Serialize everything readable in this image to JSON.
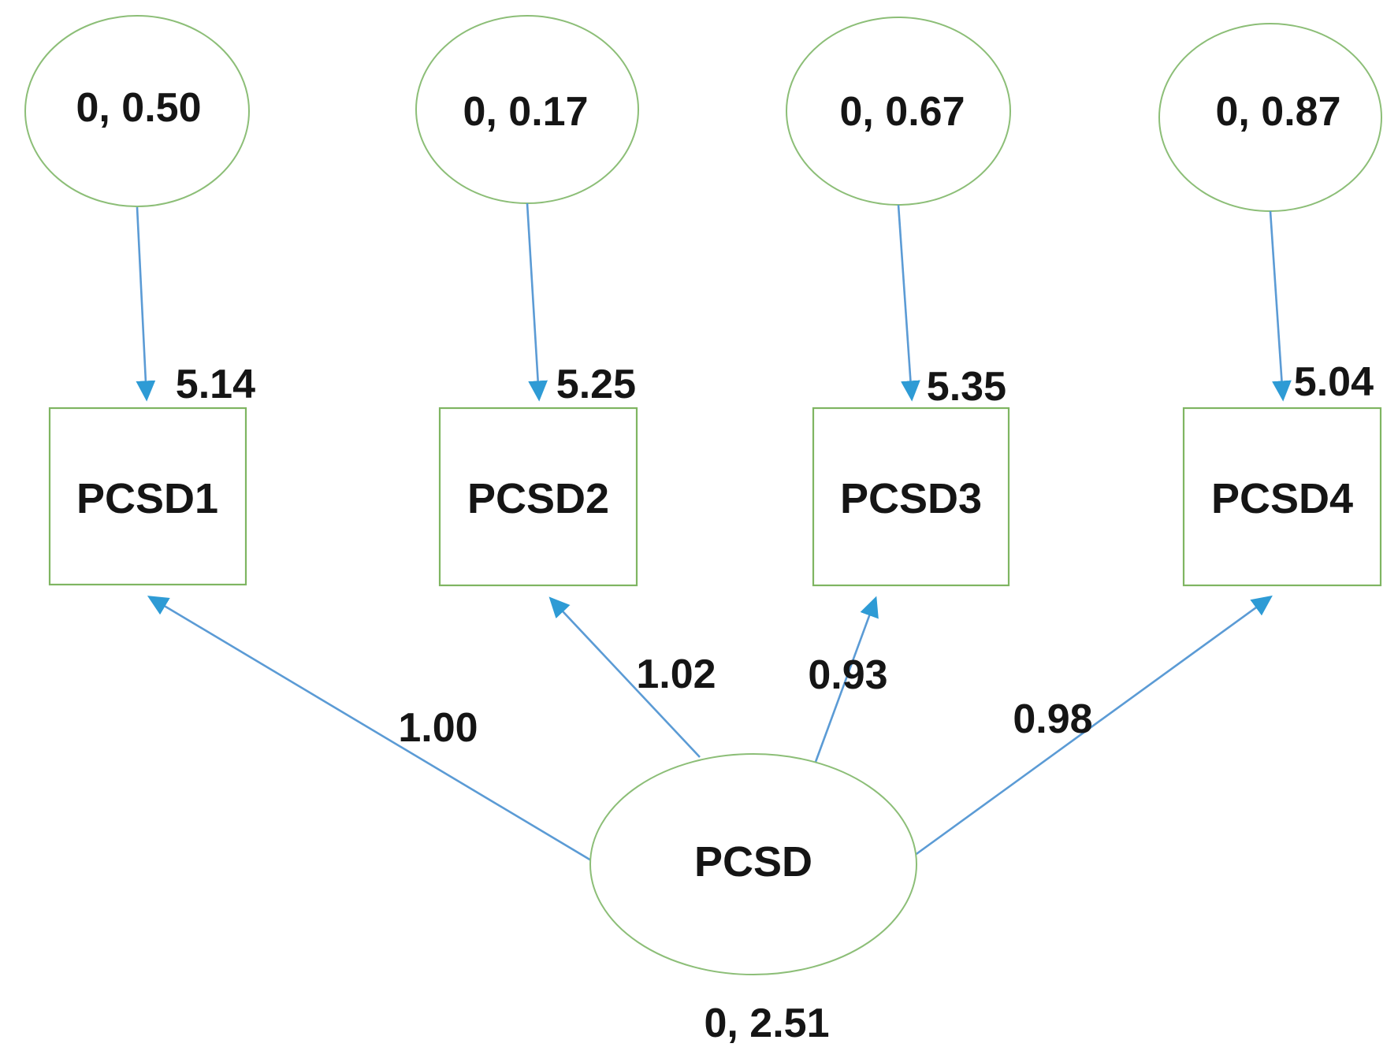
{
  "diagram": {
    "latent": {
      "label": "PCSD",
      "mean_variance": "0, 2.51"
    },
    "indicators": [
      {
        "label": "PCSD1",
        "error_variance": "0, 0.50",
        "intercept": "5.14",
        "loading": "1.00"
      },
      {
        "label": "PCSD2",
        "error_variance": "0, 0.17",
        "intercept": "5.25",
        "loading": "1.02"
      },
      {
        "label": "PCSD3",
        "error_variance": "0, 0.67",
        "intercept": "5.35",
        "loading": "0.93"
      },
      {
        "label": "PCSD4",
        "error_variance": "0, 0.87",
        "intercept": "5.04",
        "loading": "0.98"
      }
    ],
    "colors": {
      "shape_outline_green": "#7FB562",
      "arrow_line_blue": "#5B9BD5",
      "arrow_head_blue": "#2E9BD5",
      "text": "#151515",
      "background": "#FFFFFF"
    }
  }
}
